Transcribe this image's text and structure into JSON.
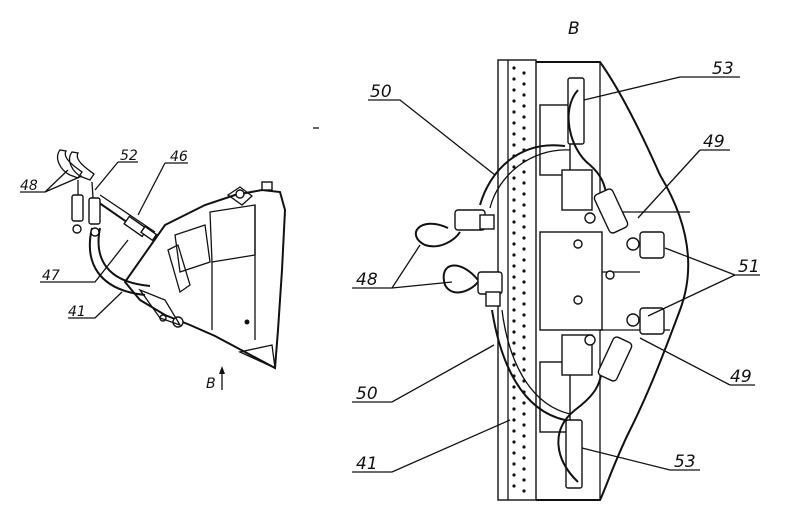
{
  "view_title": "B",
  "view_arrow_label": "B",
  "left_view": {
    "labels": [
      "48",
      "52",
      "46",
      "47",
      "41"
    ]
  },
  "right_view": {
    "labels": [
      "53",
      "50",
      "49",
      "48",
      "51",
      "49",
      "50",
      "41",
      "53"
    ]
  }
}
